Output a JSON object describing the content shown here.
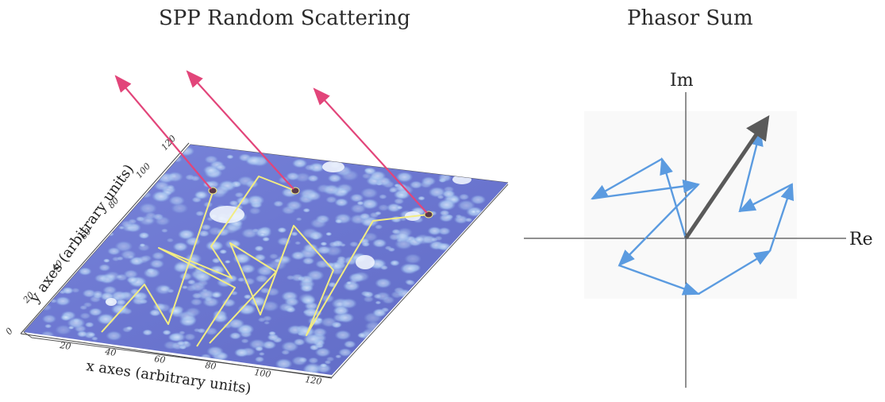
{
  "left_panel": {
    "title": "SPP Random Scattering",
    "x_axis_label": "x axes (arbitrary units)",
    "y_axis_label": "y axes (arbitrary units)",
    "x_ticks": [
      "20",
      "40",
      "60",
      "80",
      "100",
      "120"
    ],
    "y_ticks": [
      "0",
      "20",
      "40",
      "60",
      "80",
      "100",
      "120"
    ],
    "colors": {
      "surface": "#6f78d6",
      "path": "#f2ec82",
      "ray": "#e2457a"
    }
  },
  "right_panel": {
    "title": "Phasor Sum",
    "real_label": "Re",
    "imag_label": "Im",
    "colors": {
      "phasor": "#5b9be0",
      "resultant": "#5a5a5a"
    }
  }
}
